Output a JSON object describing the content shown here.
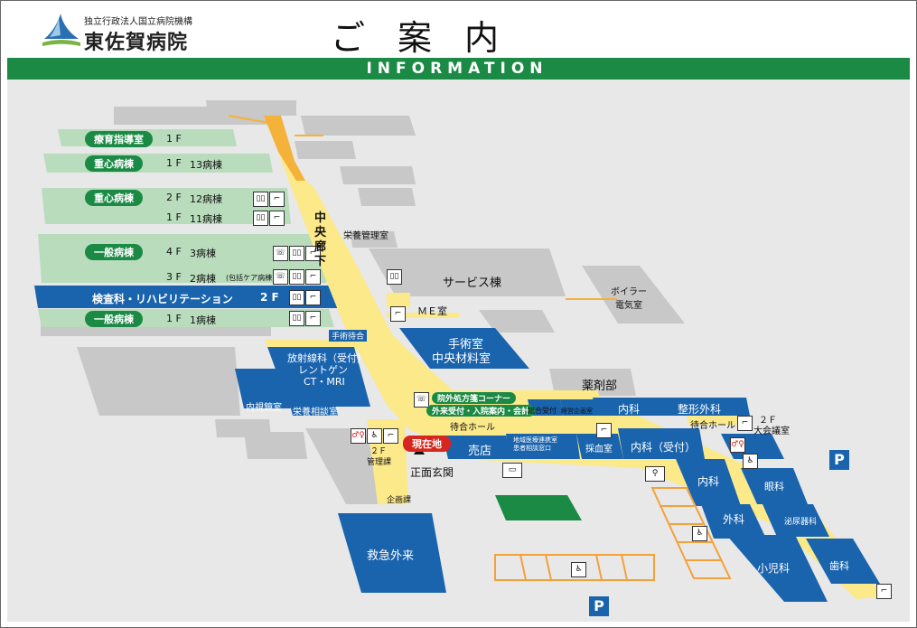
{
  "header": {
    "org": "独立行政法人国立病院機構",
    "hospital": "東佐賀病院",
    "title": "ご案内",
    "banner": "INFORMATION"
  },
  "colors": {
    "green": "#1b8a45",
    "lightgreen": "#b9dcbd",
    "blue": "#1a64ae",
    "gray": "#c8c8c8",
    "corridor": "#fbe98a",
    "corridor_edge": "#f4b23a",
    "parking": "#f3a13a"
  },
  "wards": {
    "ryoiku": {
      "name": "療育指導室",
      "floor": "1 F"
    },
    "jushin1": {
      "name": "重心病棟",
      "floor": "1 F",
      "ward": "13病棟"
    },
    "jushin2": {
      "name": "重心病棟",
      "floor": "2 F",
      "ward": "12病棟"
    },
    "jushin2b": {
      "floor": "1 F",
      "ward": "11病棟"
    },
    "ippan4": {
      "name": "一般病棟",
      "floor": "4 F",
      "ward": "3病棟"
    },
    "ippan3": {
      "floor": "3 F",
      "ward": "2病棟",
      "note": "(包括ケア病棟)"
    },
    "kensa": {
      "name": "検査科・リハビリテーション",
      "floor": "2 F"
    },
    "ippan1": {
      "name": "一般病棟",
      "floor": "1 F",
      "ward": "1病棟"
    }
  },
  "rooms": {
    "corridor": "中央廊下",
    "eiyo_kanri": "栄養管理室",
    "service": "サービス棟",
    "boiler": "ボイラー\n電気室",
    "me": "ＭＥ室",
    "shujutsu_machiai": "手術待合",
    "shujutsu": "手術室",
    "chuo_zairyo": "中央材料室",
    "hoshasen": "放射線科（受付）",
    "rentogen": "レントゲン",
    "ct": "CT・MRI",
    "naishikyo": "内視鏡室",
    "eiyo_sodan": "栄養相談室",
    "yakuzai": "薬剤部",
    "ingai": "院外処方箋コーナー",
    "uketsuke": "外来受付・入院案内・会計",
    "machiai": "待合ホール",
    "sogo": "総合受付",
    "keiei": "経営企画室",
    "naika": "内科",
    "seikei": "整形外科",
    "machiai2": "待合ホール",
    "kaigi_floor": "２Ｆ",
    "kaigi": "大会議室",
    "genzaichi": "現在地",
    "baiten": "売店",
    "chiiki": "地域医療連携室\n患者相談窓口",
    "saiketsu": "採血室",
    "naika_uke": "内科（受付）",
    "naika2": "内科",
    "ganka": "眼科",
    "geka": "外科",
    "hinyoki": "泌尿器科",
    "shonika": "小児科",
    "shika": "歯科",
    "kanri_floor": "２Ｆ",
    "kanri": "管理課",
    "kikaku": "企画課",
    "shomen": "正面玄関",
    "kyukyu": "救急外来"
  },
  "icons": {
    "elevator": "elevator-icon",
    "stairs": "stairs-icon",
    "phone": "phone-icon",
    "toilet": "toilet-icon",
    "wheelchair": "wheelchair-icon",
    "bus": "bus-icon",
    "bicycle": "bicycle-icon",
    "parking": "P"
  }
}
